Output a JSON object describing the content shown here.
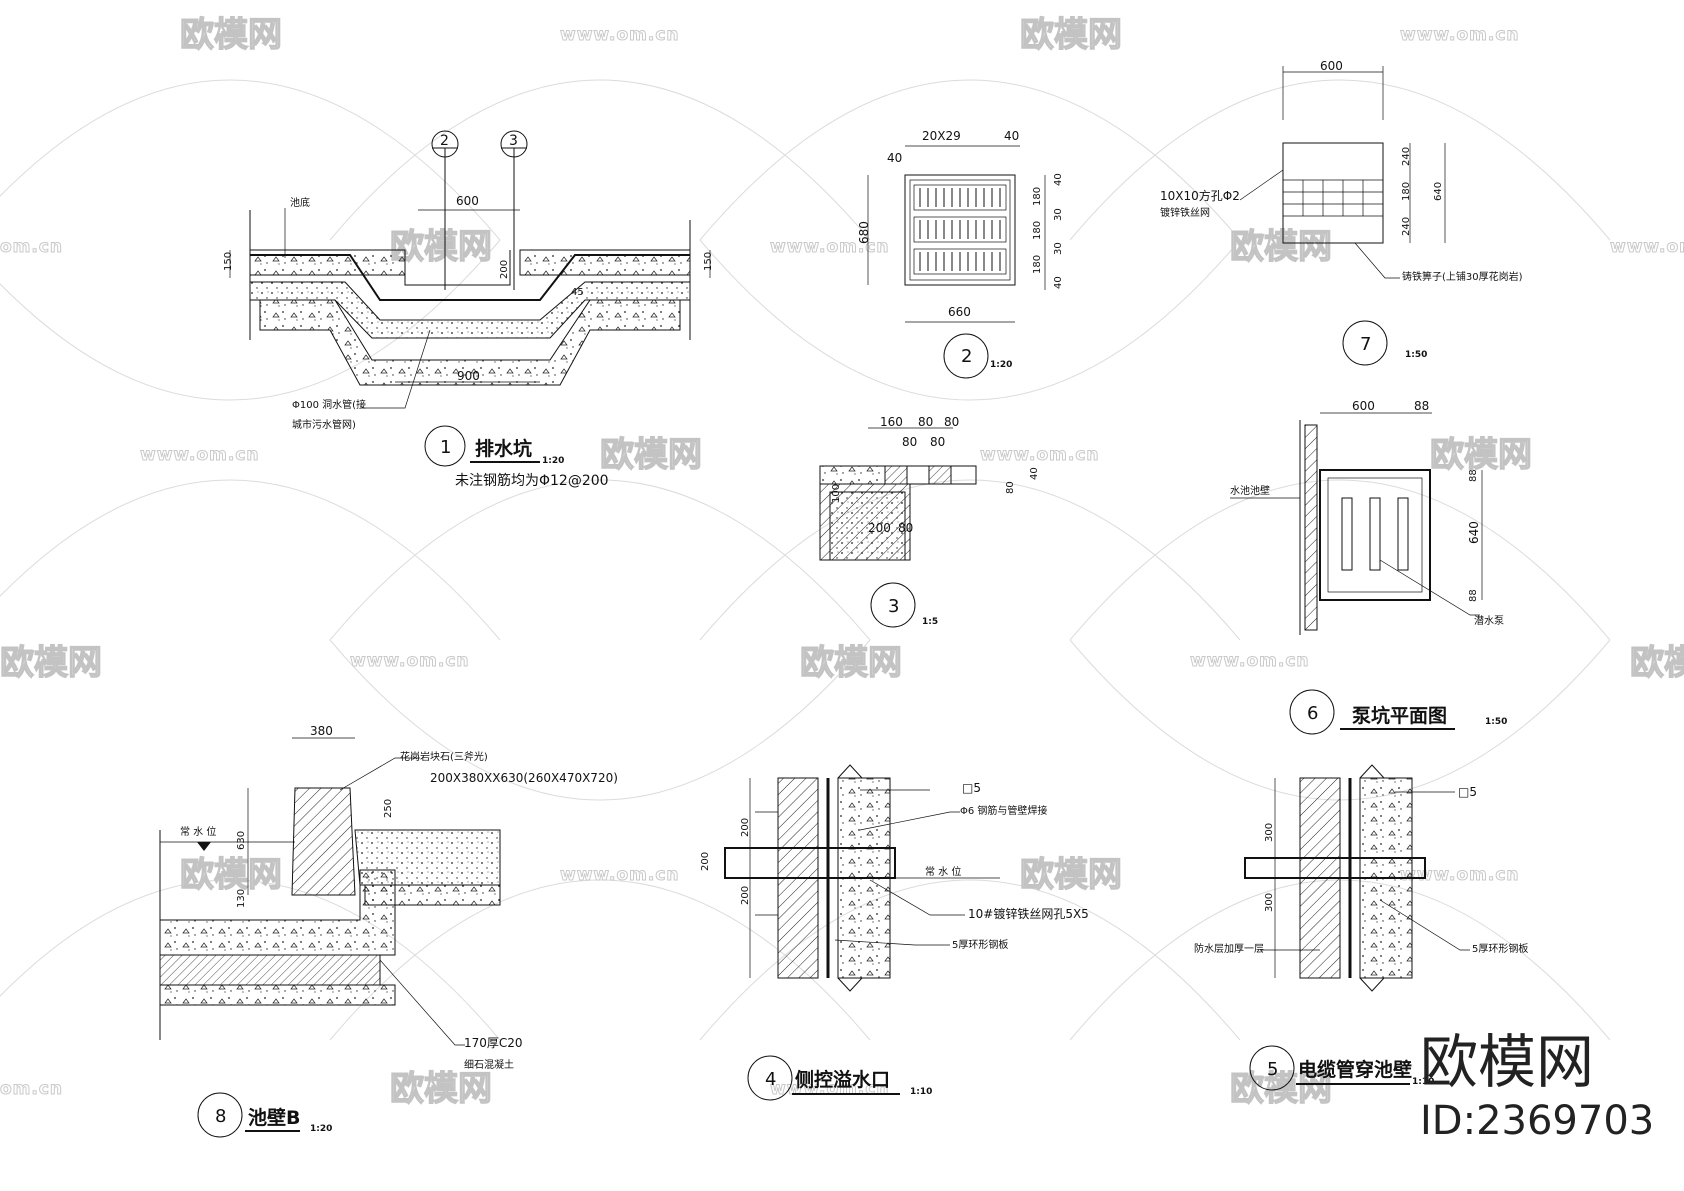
{
  "watermark": {
    "brand_text": "欧模网",
    "url_text": "www.om.cn",
    "url_fragment": "om.cn",
    "brand_fragment": "欧模网"
  },
  "brand": {
    "name": "欧模网",
    "id": "ID:2369703"
  },
  "detail1": {
    "number": "1",
    "title": "排水坑",
    "scale": "1:20",
    "note": "未注钢筋均为Φ12@200",
    "label_pool_bottom": "池底",
    "pipe_note_line1": "Φ100 洞水管(接",
    "pipe_note_line2": "城市污水管网)",
    "ref_a": "2",
    "ref_b": "3",
    "dims": {
      "top": "600",
      "bottom": "900",
      "left": "150",
      "right": "150",
      "depth": "200",
      "slope": "45"
    }
  },
  "detail2": {
    "number": "2",
    "scale": "1:20",
    "dims": {
      "slot": "20X29",
      "edge_a": "40",
      "edge_b": "40",
      "bottom": "660",
      "left": "680",
      "r1": "40",
      "r2": "180",
      "r3": "30",
      "r4": "180",
      "r5": "30",
      "r6": "180",
      "r7": "40"
    }
  },
  "detail3": {
    "number": "3",
    "scale": "1:5",
    "dims": {
      "a": "160",
      "b": "80",
      "c": "80",
      "d": "80",
      "e": "80",
      "f": "40",
      "g": "80",
      "h": "100",
      "i": "200",
      "j": "80"
    }
  },
  "detail4": {
    "number": "4",
    "title": "侧控溢水口",
    "scale": "1:10",
    "labels": {
      "square": "□5",
      "rebar": "Φ6 钢筋与管壁焊接",
      "water_level": "常 水 位",
      "mesh": "10#镀锌铁丝网孔5X5",
      "plate": "5厚环形钢板"
    },
    "dims": {
      "upper": "200",
      "pipe": "200",
      "lower": "200"
    }
  },
  "detail5": {
    "number": "5",
    "title": "电缆管穿池壁",
    "scale": "1:10",
    "labels": {
      "square": "□5",
      "waterproof": "防水层加厚一层",
      "plate": "5厚环形钢板"
    },
    "dims": {
      "upper": "300",
      "lower": "300"
    }
  },
  "detail6": {
    "number": "6",
    "title": "泵坑平面图",
    "scale": "1:50",
    "labels": {
      "pool_wall": "水池池壁",
      "pump": "潜水泵"
    },
    "dims": {
      "width": "600",
      "edge": "88",
      "height": "640",
      "top": "88",
      "bottom": "88"
    }
  },
  "detail7": {
    "number": "7",
    "scale": "1:50",
    "labels": {
      "mesh_line1": "10X10方孔Φ2",
      "mesh_line2": "镀锌铁丝网",
      "grate": "铸铁箅子(上铺30厚花岗岩)"
    },
    "dims": {
      "width": "600",
      "d1": "240",
      "d2": "180",
      "d3": "240",
      "total": "640"
    }
  },
  "detail8": {
    "number": "8",
    "title": "池壁B",
    "scale": "1:20",
    "labels": {
      "stone_line1": "花岗岩块石(三斧光)",
      "stone_line2": "200X380XX630(260X470X720)",
      "water_level": "常 水 位",
      "conc_line1": "170厚C20",
      "conc_line2": "细石混凝土"
    },
    "dims": {
      "width": "380",
      "h1": "630",
      "h2": "250",
      "h3": "130"
    }
  }
}
